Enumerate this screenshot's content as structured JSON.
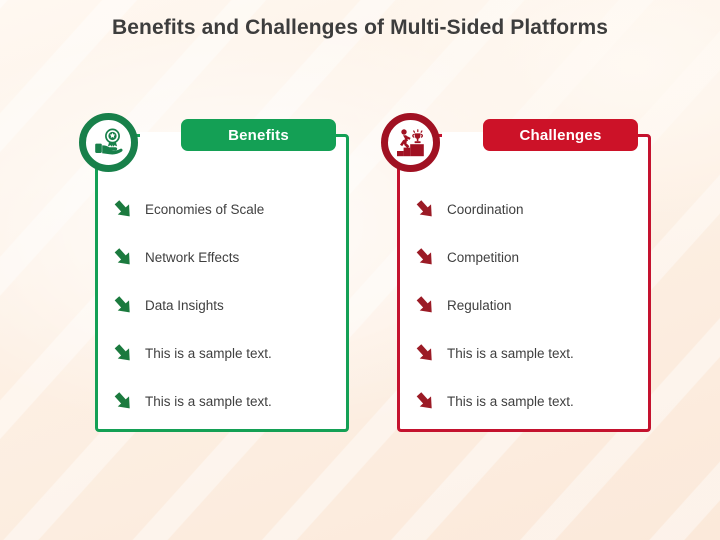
{
  "slide": {
    "title": "Benefits and Challenges of Multi-Sided Platforms",
    "background_color": "#fdf1e6",
    "title_color": "#3d3d3d"
  },
  "columns": [
    {
      "key": "benefits",
      "banner_label": "Benefits",
      "accent_color": "#14a055",
      "icon_ring_color": "#18804a",
      "bullet_color": "#1b7a3e",
      "icon_name": "hand-holding-award-icon",
      "items": [
        "Economies of Scale",
        "Network Effects",
        "Data Insights",
        "This is a sample text.",
        "This is a sample text."
      ]
    },
    {
      "key": "challenges",
      "banner_label": "Challenges",
      "accent_color": "#cc1228",
      "icon_ring_color": "#a01122",
      "bullet_color": "#9b1b26",
      "icon_name": "person-climbing-stairs-to-trophy-icon",
      "items": [
        "Coordination",
        "Competition",
        "Regulation",
        "This is a sample text.",
        "This is a sample text."
      ]
    }
  ]
}
